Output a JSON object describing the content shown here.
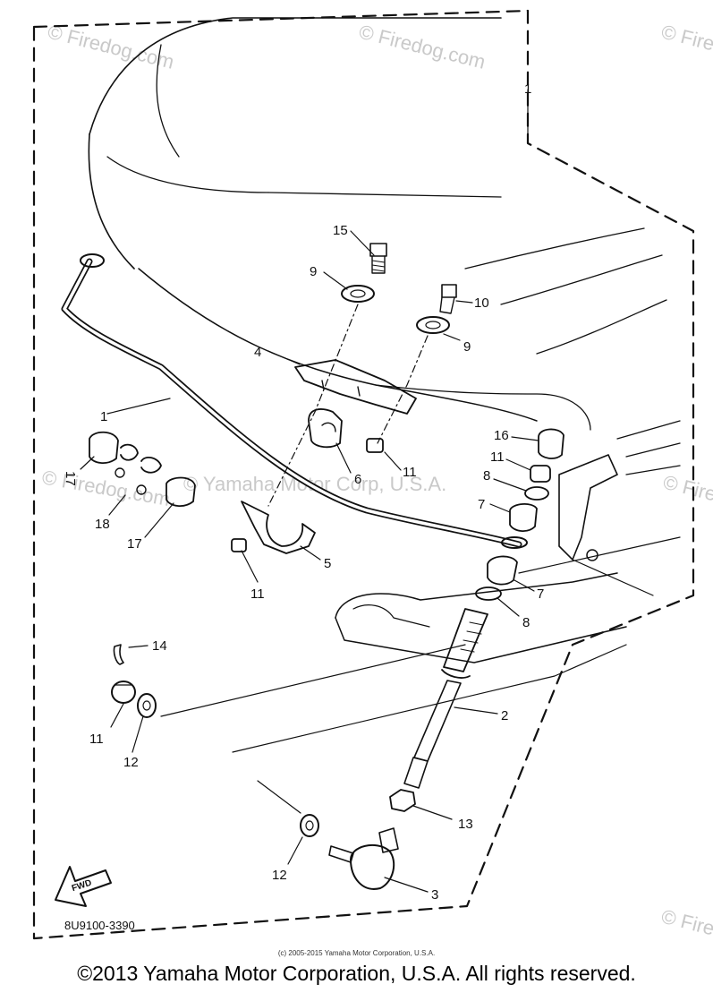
{
  "part_labels": {
    "p1_upper": "1",
    "p1_lower": "1",
    "p2": "2",
    "p3": "3",
    "p4": "4",
    "p5": "5",
    "p6": "6",
    "p7_a": "7",
    "p7_b": "7",
    "p8_a": "8",
    "p8_b": "8",
    "p9_a": "9",
    "p9_b": "9",
    "p10": "10",
    "p11_a": "11",
    "p11_b": "11",
    "p11_c": "11",
    "p11_d": "11",
    "p12_a": "12",
    "p12_b": "12",
    "p13": "13",
    "p14": "14",
    "p15": "15",
    "p16": "16",
    "p17_a": "17",
    "p17_b": "17",
    "p18": "18"
  },
  "fwd_label": "FWD",
  "ref_code": "8U9100-3390",
  "small_copyright": "(c) 2005-2015 Yamaha Motor Corporation, U.S.A.",
  "footer": "©2013 Yamaha Motor Corporation, U.S.A. All rights reserved.",
  "watermarks": {
    "firedog": "© Firedog.com",
    "yamaha": "© Yamaha Motor Corp, U.S.A."
  },
  "colors": {
    "line": "#111111",
    "watermark": "#c9c9c9",
    "background": "#ffffff"
  }
}
